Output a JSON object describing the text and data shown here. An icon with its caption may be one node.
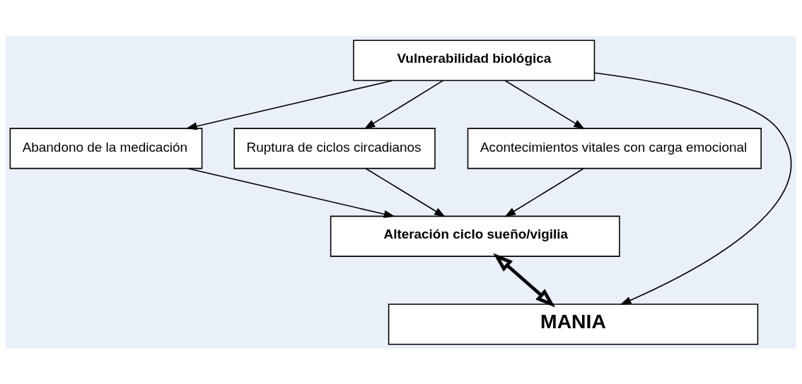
{
  "diagram": {
    "nodes": [
      {
        "text": [
          "Vulnerabilidad biológica"
        ]
      },
      {
        "text": [
          "Abandono de la medicación"
        ]
      },
      {
        "text": [
          "Ruptura de ciclos circadianos"
        ]
      },
      {
        "text": [
          "Acontecimientos vitales con carga emocional"
        ]
      },
      {
        "text": [
          "Alteración ciclo sueño/vigilia"
        ]
      },
      {
        "text": [
          "MANIA"
        ]
      }
    ],
    "edges": [
      {
        "from": 0,
        "to": 1,
        "arrow": "to"
      },
      {
        "from": 0,
        "to": 2,
        "arrow": "to"
      },
      {
        "from": 0,
        "to": 3,
        "arrow": "to"
      },
      {
        "from": 1,
        "to": 4,
        "arrow": "to"
      },
      {
        "from": 2,
        "to": 4,
        "arrow": "to"
      },
      {
        "from": 3,
        "to": 4,
        "arrow": "to"
      },
      {
        "from": 4,
        "to": 5,
        "arrow": "both",
        "style": "thick"
      },
      {
        "from": 0,
        "to": 5,
        "arrow": "to"
      }
    ]
  }
}
